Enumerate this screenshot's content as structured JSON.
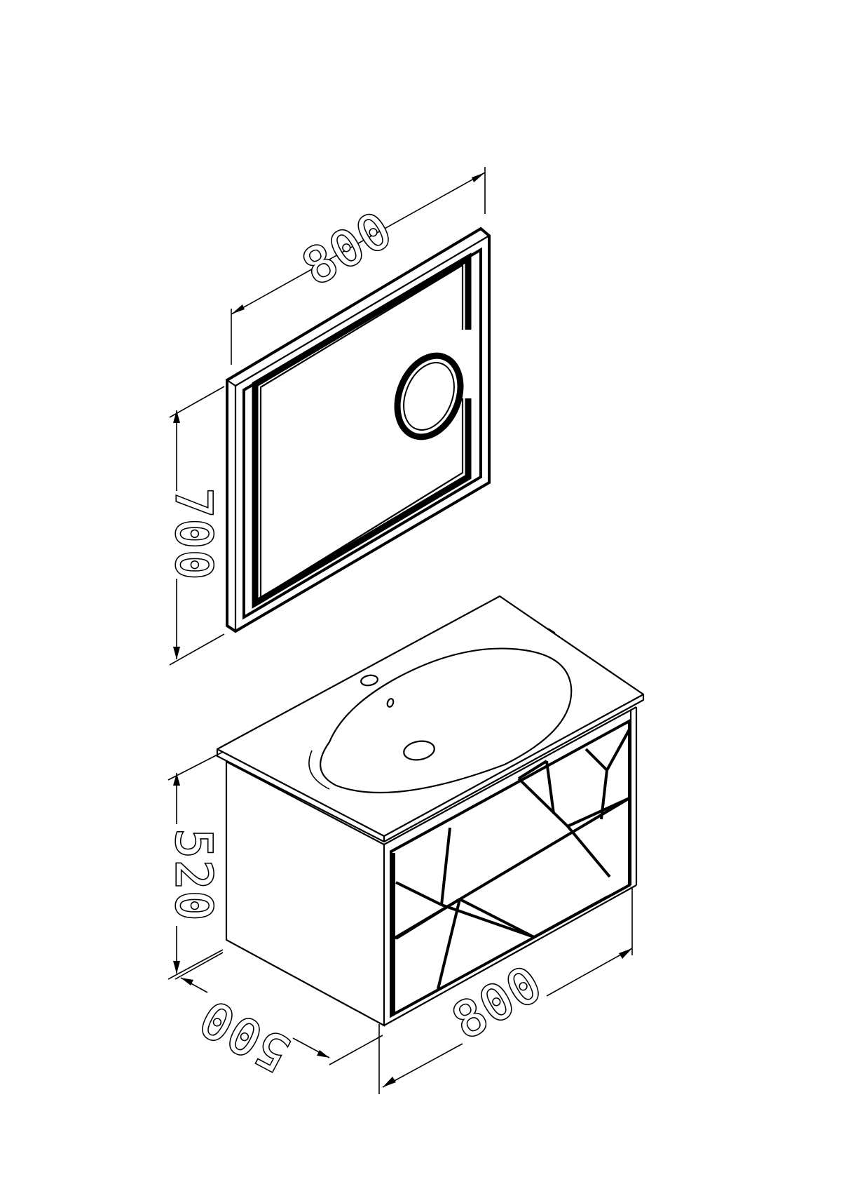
{
  "dimensions": {
    "mirror_width": "800",
    "mirror_height": "700",
    "cabinet_height": "520",
    "cabinet_depth": "500",
    "cabinet_width": "800"
  },
  "colors": {
    "line": "#000000",
    "background": "#ffffff"
  }
}
